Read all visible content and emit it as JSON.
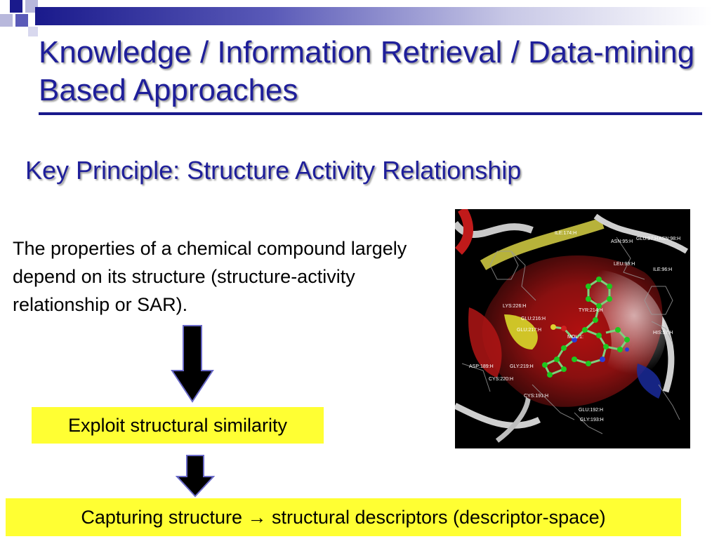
{
  "slide": {
    "title": "Knowledge / Information Retrieval / Data-mining Based Approaches",
    "subtitle": "Key Principle: Structure Activity Relationship",
    "body": "The properties of a chemical compound largely depend on its structure (structure-activity relationship or SAR).",
    "box1": "Exploit structural similarity",
    "box2": "Capturing structure → structural descriptors (descriptor-space)"
  },
  "image": {
    "residue_labels": [
      "ILE:174:H",
      "GLU:97:H",
      "ASN:95:H",
      "ASN:98:H",
      "LEU:99:H",
      "ILE:96:H",
      "LYS:226:H",
      "GLU:216:H",
      "GLU:217:H",
      "MOL:1:",
      "TYR:214:H",
      "HIS:57:H",
      "ASP:189:H",
      "GLY:219:H",
      "CYS:220:H",
      "CYS:191:H",
      "GLU:192:H",
      "GLY:193:H"
    ]
  },
  "colors": {
    "title": "#1f1f9a",
    "accent_bar": "#1a1a8c",
    "highlight_box": "#ffff33"
  }
}
